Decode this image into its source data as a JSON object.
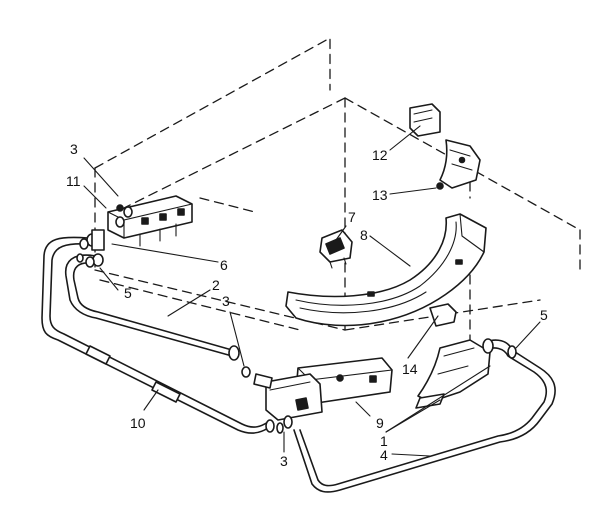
{
  "diagram": {
    "callouts": [
      {
        "id": "c3a",
        "text": "3"
      },
      {
        "id": "c11",
        "text": "11"
      },
      {
        "id": "c12",
        "text": "12"
      },
      {
        "id": "c13",
        "text": "13"
      },
      {
        "id": "c7",
        "text": "7"
      },
      {
        "id": "c8",
        "text": "8"
      },
      {
        "id": "c6",
        "text": "6"
      },
      {
        "id": "c2",
        "text": "2"
      },
      {
        "id": "c3b",
        "text": "3"
      },
      {
        "id": "c5a",
        "text": "5"
      },
      {
        "id": "c5b",
        "text": "5"
      },
      {
        "id": "c14",
        "text": "14"
      },
      {
        "id": "c10",
        "text": "10"
      },
      {
        "id": "c9",
        "text": "9"
      },
      {
        "id": "c1",
        "text": "1"
      },
      {
        "id": "c3c",
        "text": "3"
      },
      {
        "id": "c4",
        "text": "4"
      }
    ]
  }
}
